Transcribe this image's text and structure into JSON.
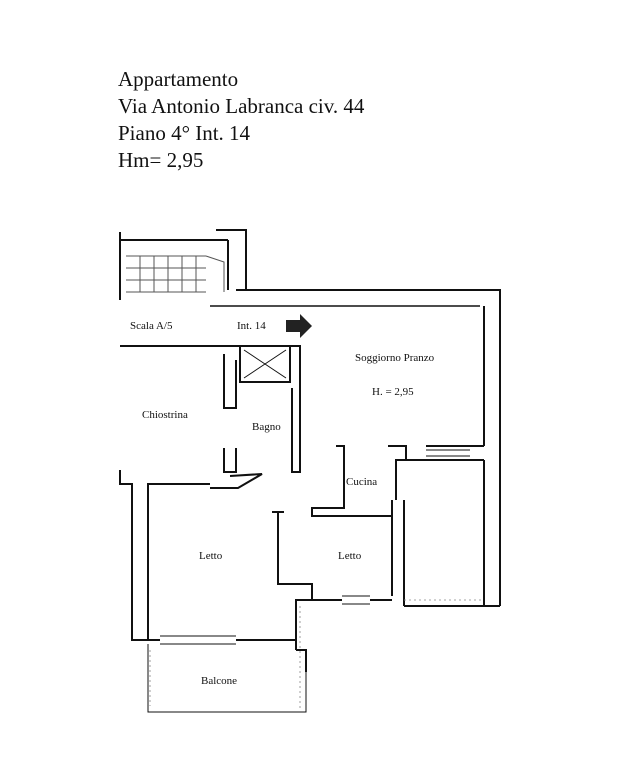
{
  "header": {
    "line1": "Appartamento",
    "line2": "Via Antonio Labranca civ. 44",
    "line3": "Piano 4° Int. 14",
    "line4": "Hm= 2,95"
  },
  "rooms": {
    "scala": "Scala A/5",
    "int": "Int. 14",
    "soggiorno": "Soggiorno Pranzo",
    "height": "H. = 2,95",
    "chiostrina": "Chiostrina",
    "bagno": "Bagno",
    "cucina": "Cucina",
    "letto1": "Letto",
    "letto2": "Letto",
    "balcone": "Balcone"
  },
  "colors": {
    "wall": "#111111",
    "hatch": "#555555"
  }
}
